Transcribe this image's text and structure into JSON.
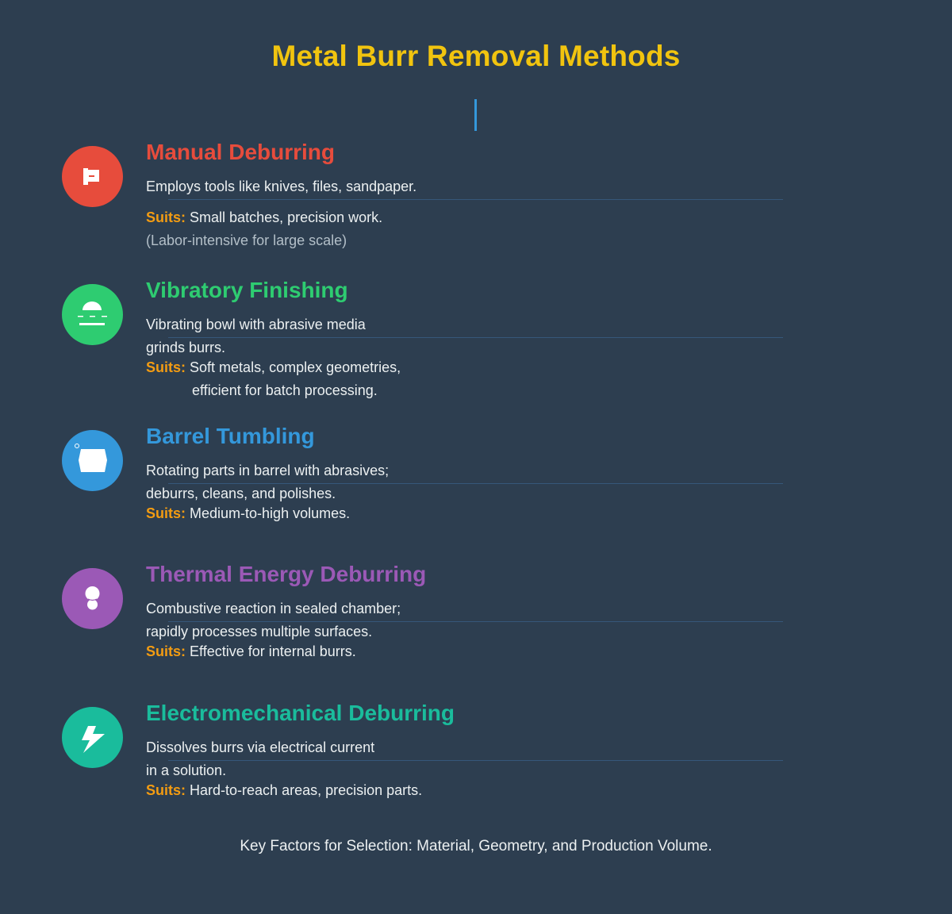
{
  "header": {
    "title": "Metal Burr Removal Methods",
    "title_color": "#f1c40f",
    "connector_color": "#3498db"
  },
  "methods": [
    {
      "title": "Manual Deburring",
      "color": "#e74c3c",
      "icon": "flag-icon",
      "description": [
        "Employs tools like knives, files, sandpaper."
      ],
      "suits_label": "Suits:",
      "suits": [
        "Small batches, precision work."
      ],
      "note": "(Labor-intensive for large scale)"
    },
    {
      "title": "Vibratory Finishing",
      "color": "#2ecc71",
      "icon": "vibrating-bowl-icon",
      "description": [
        "Vibrating bowl with abrasive media",
        "grinds burrs."
      ],
      "suits_label": "Suits:",
      "suits": [
        "Soft metals, complex geometries,",
        "efficient for batch processing."
      ]
    },
    {
      "title": "Barrel Tumbling",
      "color": "#3498db",
      "icon": "barrel-icon",
      "description": [
        "Rotating parts in barrel with abrasives;",
        "deburrs, cleans, and polishes."
      ],
      "suits_label": "Suits:",
      "suits": [
        "Medium-to-high volumes."
      ]
    },
    {
      "title": "Thermal Energy Deburring",
      "color": "#9b59b6",
      "icon": "fire-icon",
      "description": [
        "Combustive reaction in sealed chamber;",
        "rapidly processes multiple surfaces."
      ],
      "suits_label": "Suits:",
      "suits": [
        "Effective for internal burrs."
      ]
    },
    {
      "title": "Electromechanical Deburring",
      "color": "#1abc9c",
      "icon": "lightning-bolt-icon",
      "description": [
        "Dissolves burrs via electrical current",
        "in a solution."
      ],
      "suits_label": "Suits:",
      "suits": [
        "Hard-to-reach areas, precision parts."
      ]
    }
  ],
  "footer": {
    "text": "Key Factors for Selection: Material, Geometry, and Production Volume."
  }
}
